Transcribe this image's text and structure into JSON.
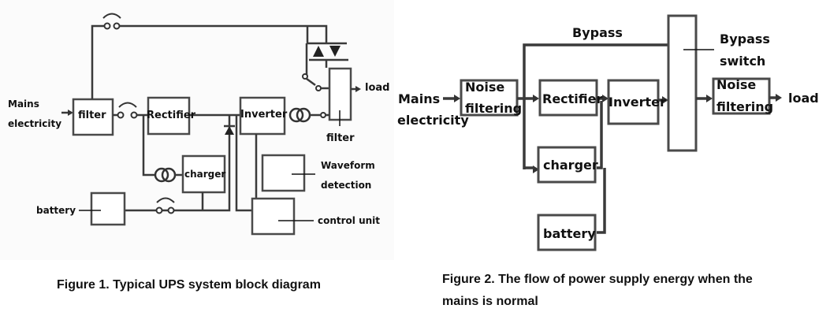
{
  "figure1": {
    "caption": "Figure 1. Typical UPS system block diagram",
    "labels": {
      "mains_line1": "Mains",
      "mains_line2": "electricity",
      "filter_in": "filter",
      "rectifier": "Rectifier",
      "inverter": "Inverter",
      "charger": "charger",
      "battery": "battery",
      "load": "load",
      "filter_out": "filter",
      "waveform_line1": "Waveform",
      "waveform_line2": "detection",
      "control_unit": "control unit"
    }
  },
  "figure2": {
    "caption_line1": "Figure 2. The flow of power supply energy when the",
    "caption_line2": "mains is normal",
    "labels": {
      "mains_line1": "Mains",
      "mains_line2": "electricity",
      "noise_in_line1": "Noise",
      "noise_in_line2": "filtering",
      "rectifier": "Rectifier",
      "inverter": "Inverter",
      "charger": "charger",
      "battery": "battery",
      "bypass": "Bypass",
      "bypass_switch_line1": "Bypass",
      "bypass_switch_line2": "switch",
      "noise_out_line1": "Noise",
      "noise_out_line2": "filtering",
      "load": "load"
    }
  }
}
